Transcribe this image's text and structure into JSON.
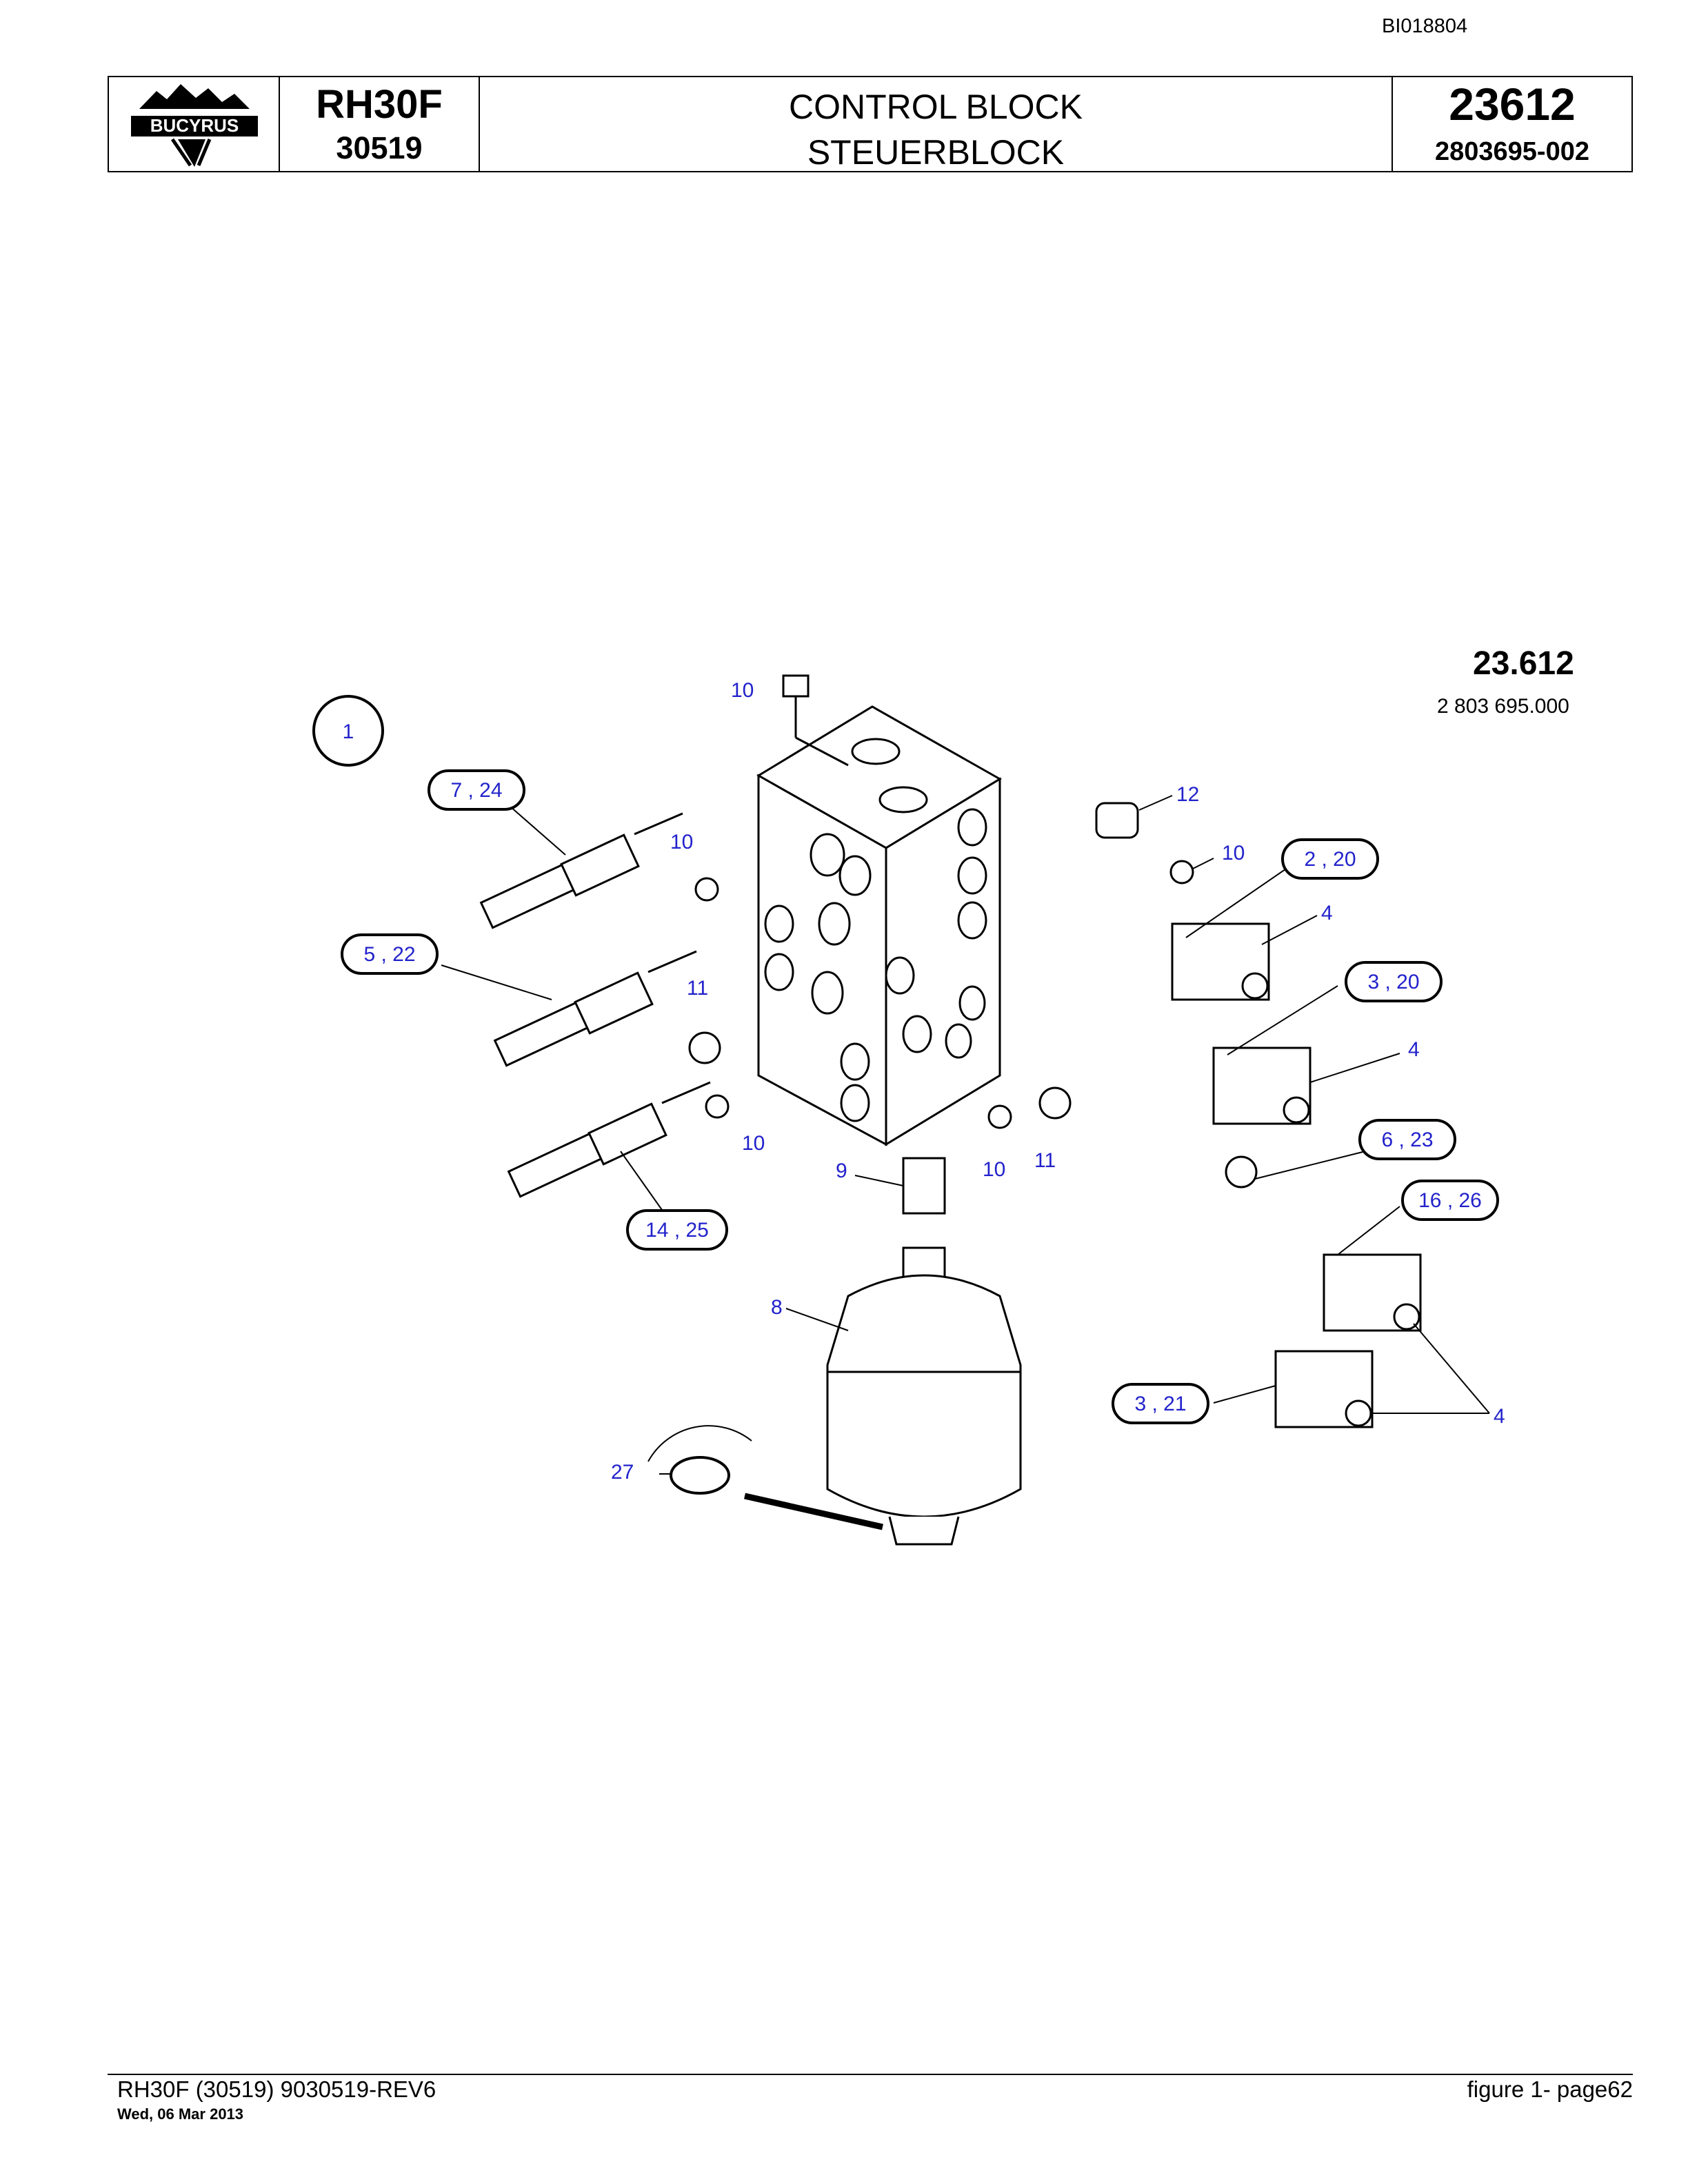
{
  "document_id": "BI018804",
  "header": {
    "logo_text": "BUCYRUS",
    "model": "RH30F",
    "serial": "30519",
    "title_en": "CONTROL BLOCK",
    "title_de": "STEUERBLOCK",
    "group_number": "23612",
    "part_number": "2803695-002"
  },
  "figure": {
    "group_label": "23.612",
    "drawing_number": "2 803 695.000",
    "callouts": {
      "c1": "1",
      "c7_24": "7 , 24",
      "c5_22": "5 , 22",
      "c14_25": "14 , 25",
      "c2_20": "2 , 20",
      "c3_20": "3 , 20",
      "c6_23": "6 , 23",
      "c16_26": "16 , 26",
      "c3_21": "3 , 21"
    },
    "labels": {
      "l10a": "10",
      "l10b": "10",
      "l10c": "10",
      "l10d": "10",
      "l10e": "10",
      "l11a": "11",
      "l11b": "11",
      "l12": "12",
      "l4a": "4",
      "l4b": "4",
      "l4c": "4",
      "l9": "9",
      "l8": "8",
      "l27": "27"
    }
  },
  "footer": {
    "left": "RH30F (30519) 9030519-REV6",
    "date": "Wed, 06 Mar 2013",
    "right": "figure  1- page62"
  }
}
